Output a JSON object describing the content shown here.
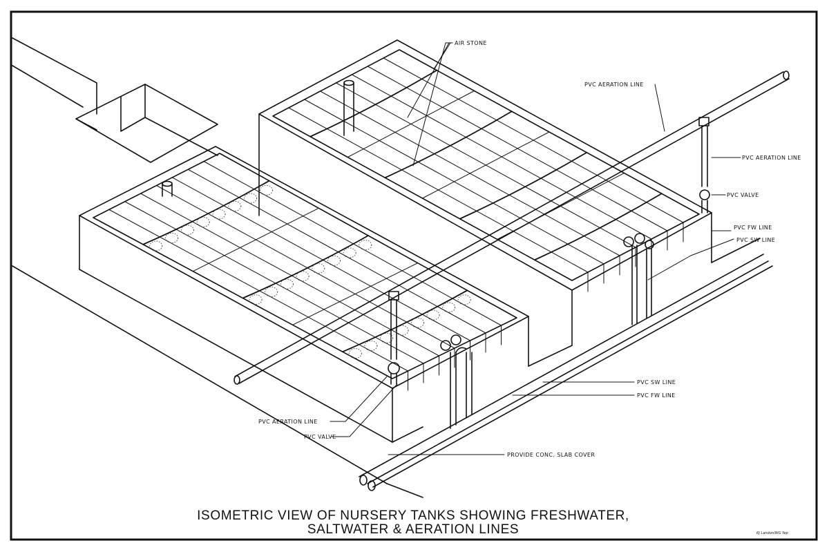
{
  "title": {
    "line1": "ISOMETRIC VIEW OF NURSERY TANKS SHOWING FRESHWATER,",
    "line2": "SALTWATER & AERATION LINES"
  },
  "credit": "RJ Landon/WG Yep",
  "labels": {
    "air_stone": "AIR STONE",
    "pvc_aeration_line_top": "PVC AERATION LINE",
    "pvc_aeration_line_right": "PVC AERATION LINE",
    "pvc_valve_right": "PVC VALVE",
    "pvc_fw_line_right": "PVC FW LINE",
    "pvc_sw_line_right": "PVC SW LINE",
    "pvc_sw_line_lower": "PVC SW LINE",
    "pvc_fw_line_lower": "PVC FW LINE",
    "pvc_aeration_line_bottom": "PVC AERATION LINE",
    "pvc_valve_bottom": "PVC VALVE",
    "slab_cover": "PROVIDE CONC. SLAB COVER"
  }
}
